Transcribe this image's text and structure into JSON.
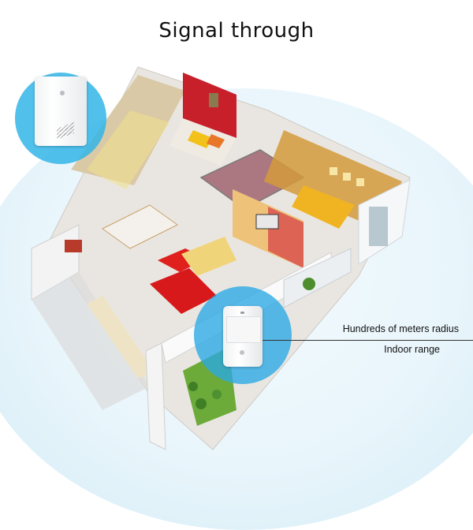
{
  "title": "Signal through",
  "callout": {
    "range_label": "Hundreds of meters radius",
    "range_context": "Indoor range"
  },
  "devices": {
    "receiver": {
      "type": "doorbell-receiver",
      "location": "top-left"
    },
    "transmitter": {
      "type": "pir-motion-sensor",
      "location": "center-bottom"
    }
  },
  "colors": {
    "signal_halo": "#33b5e8",
    "background_arc": "#dff1f9",
    "text": "#111111",
    "accent_red_wall": "#c8202a"
  }
}
